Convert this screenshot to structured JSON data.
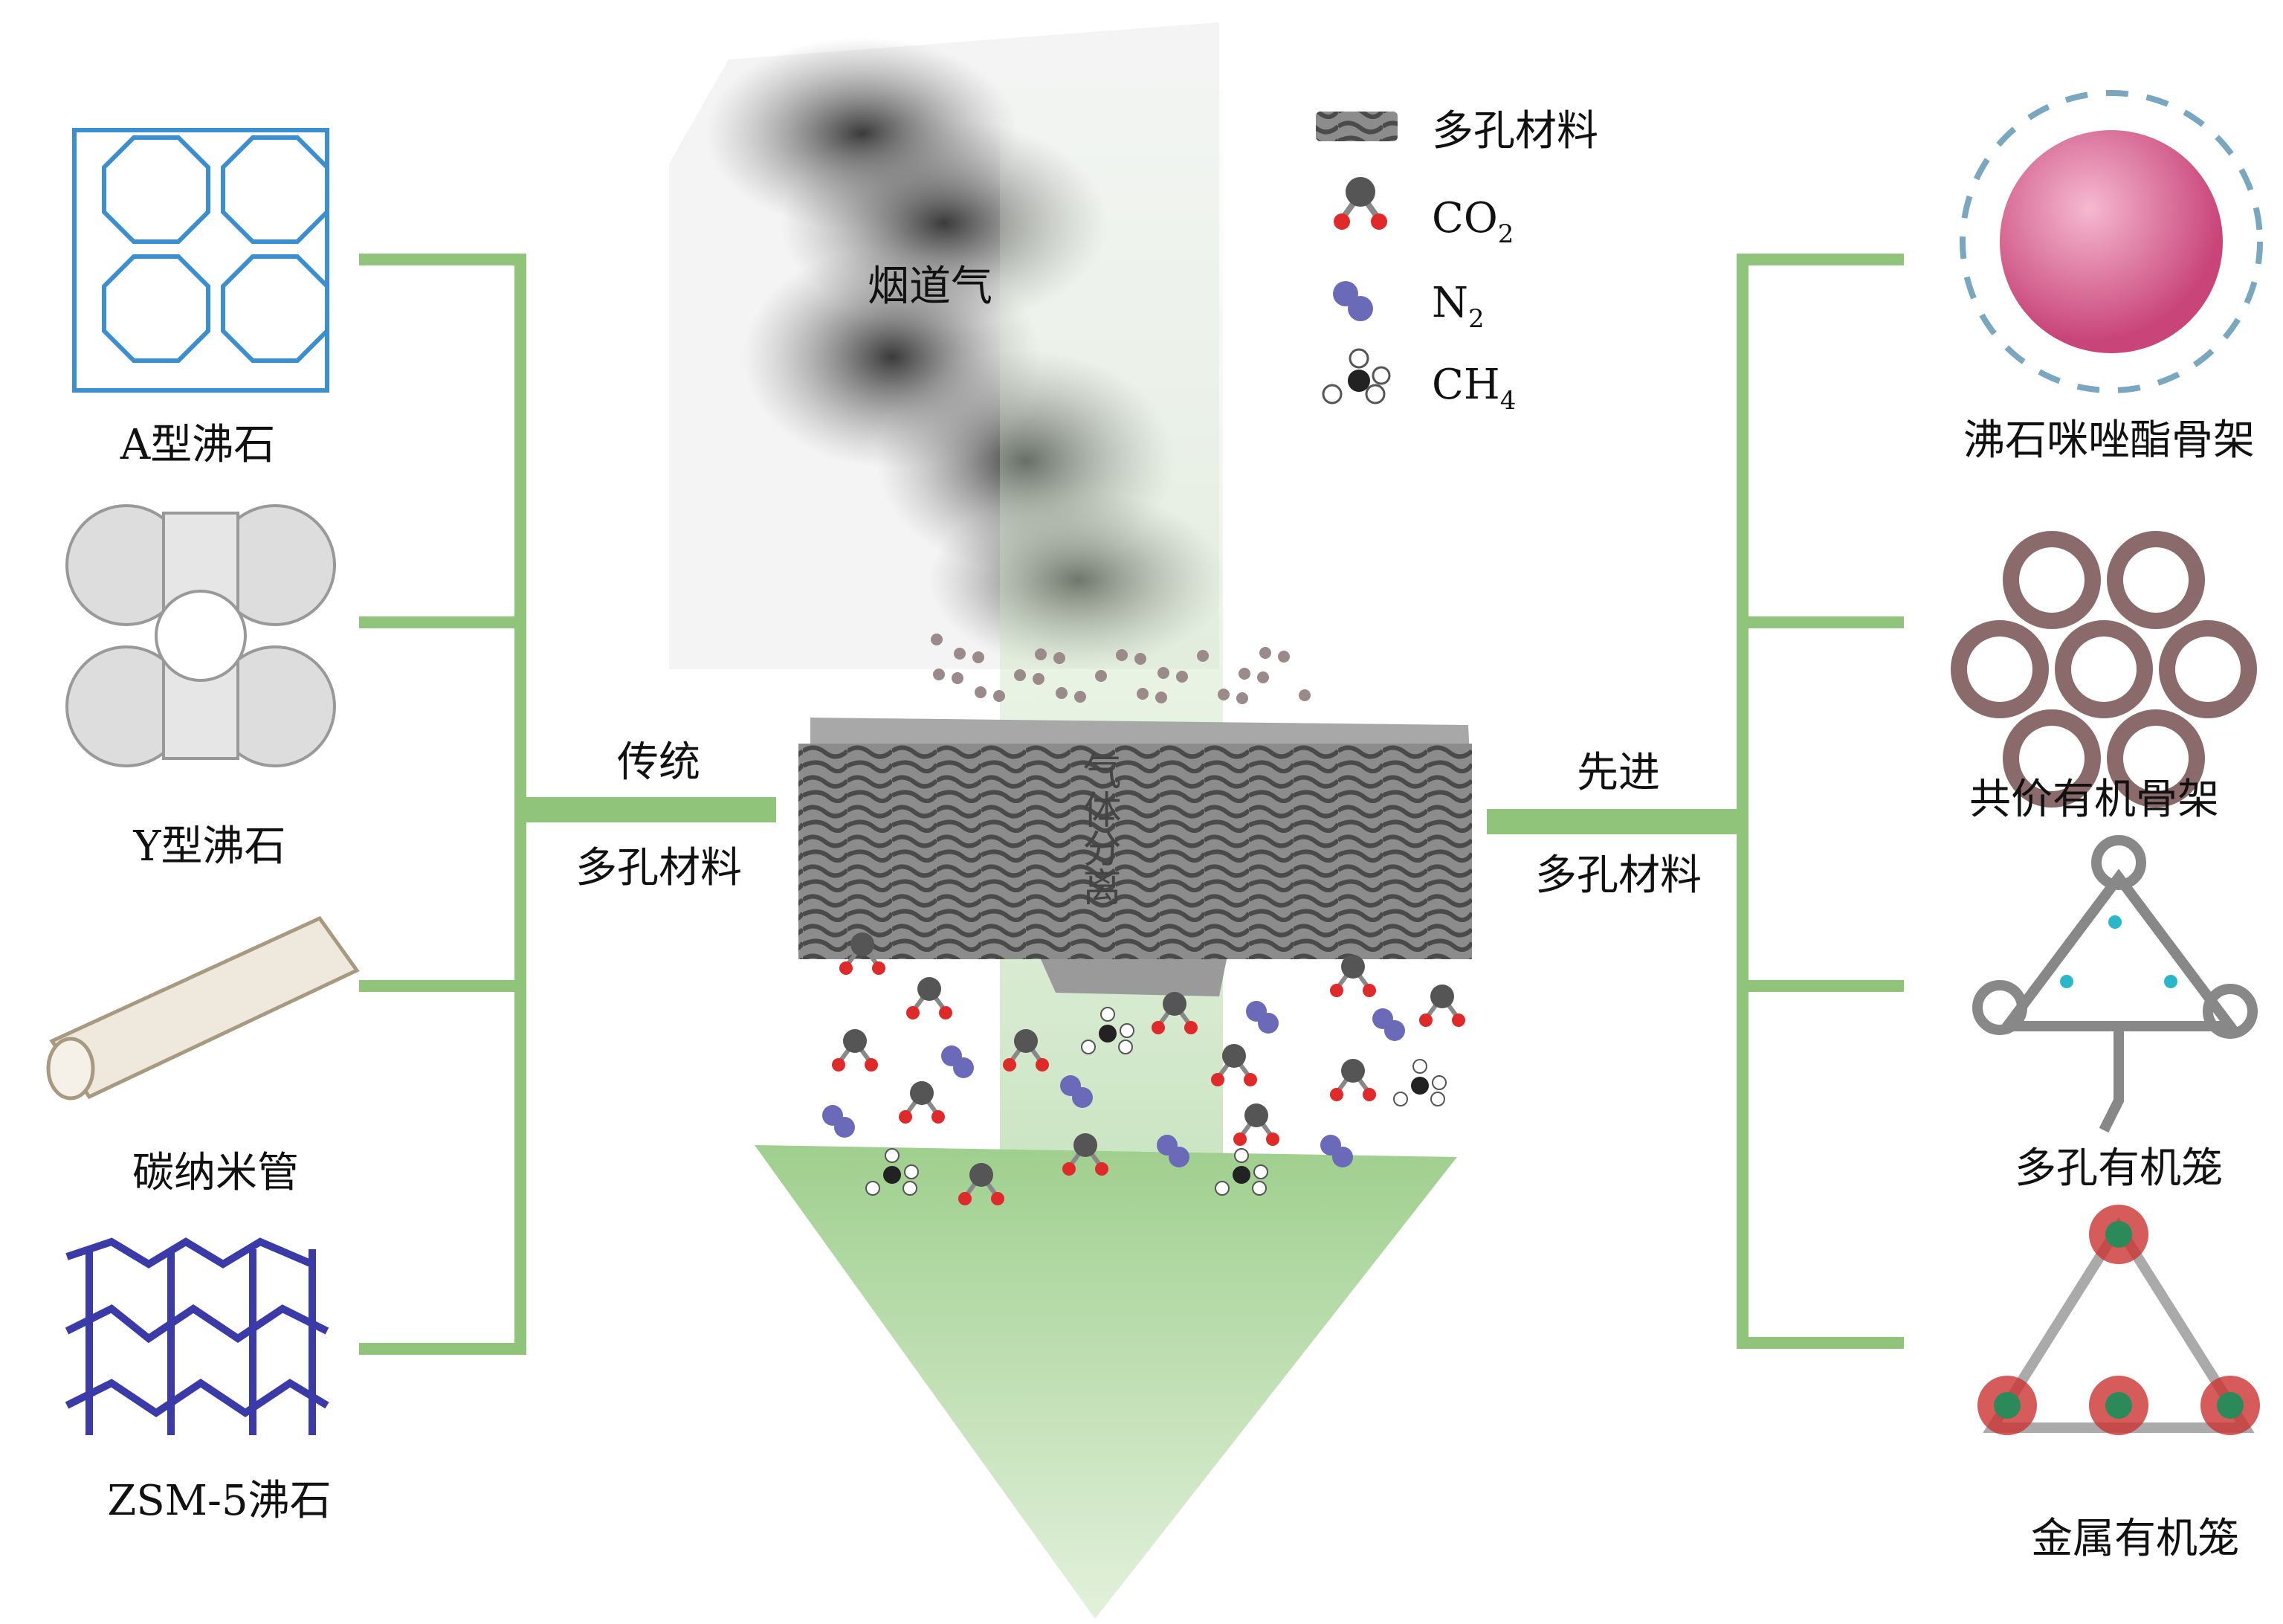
{
  "center": {
    "flue_gas_label": "烟道气",
    "separation_label": "气体分离"
  },
  "legend": [
    {
      "icon": "porous-material-icon",
      "label": "多孔材料",
      "sub": ""
    },
    {
      "icon": "co2-molecule-icon",
      "label": "CO",
      "sub": "2"
    },
    {
      "icon": "n2-molecule-icon",
      "label": "N",
      "sub": "2"
    },
    {
      "icon": "ch4-molecule-icon",
      "label": "CH",
      "sub": "4"
    }
  ],
  "left": {
    "group_label_1": "传统",
    "group_label_2": "多孔材料",
    "items": [
      {
        "label": "A型沸石"
      },
      {
        "label": "Y型沸石"
      },
      {
        "label": "碳纳米管"
      },
      {
        "label": "ZSM-5沸石"
      }
    ]
  },
  "right": {
    "group_label_1": "先进",
    "group_label_2": "多孔材料",
    "items": [
      {
        "label": "沸石咪唑酯骨架"
      },
      {
        "label": "共价有机骨架"
      },
      {
        "label": "多孔有机笼"
      },
      {
        "label": "金属有机笼"
      }
    ]
  },
  "colors": {
    "bracket": "#8fc47a",
    "arrow": "#a9d39a",
    "co2_oxygen": "#e02a2a",
    "n2": "#6a6ab8",
    "zeolite_a": "#3a8fd0",
    "zif_sphere": "#d95c8f"
  }
}
